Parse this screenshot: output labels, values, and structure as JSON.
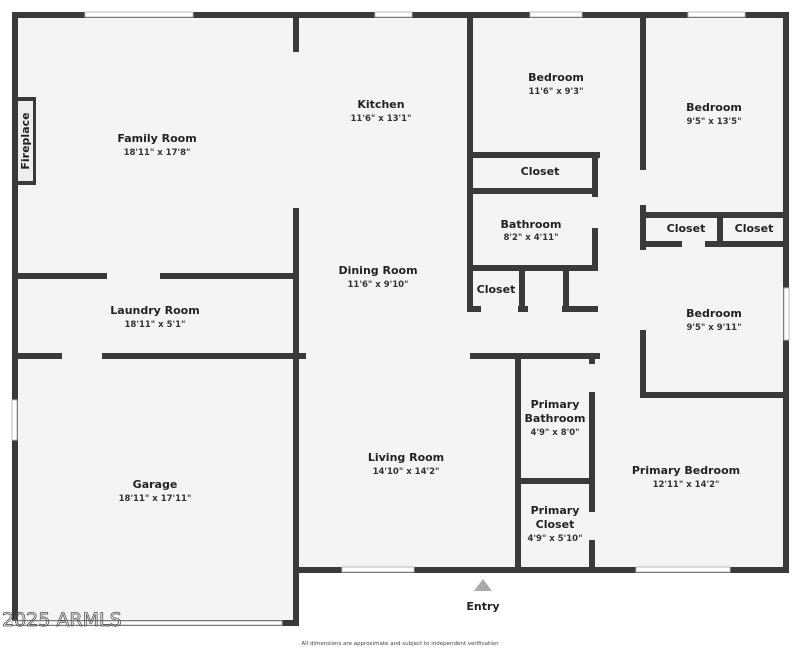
{
  "rooms": {
    "family_room": {
      "name": "Family Room",
      "dim": "18'11\" x 17'8\""
    },
    "fireplace": {
      "name": "Fireplace"
    },
    "kitchen": {
      "name": "Kitchen",
      "dim": "11'6\" x 13'1\""
    },
    "dining_room": {
      "name": "Dining Room",
      "dim": "11'6\" x 9'10\""
    },
    "laundry_room": {
      "name": "Laundry Room",
      "dim": "18'11\" x 5'1\""
    },
    "garage": {
      "name": "Garage",
      "dim": "18'11\" x 17'11\""
    },
    "living_room": {
      "name": "Living Room",
      "dim": "14'10\" x 14'2\""
    },
    "bedroom_1": {
      "name": "Bedroom",
      "dim": "11'6\" x 9'3\""
    },
    "bedroom_2": {
      "name": "Bedroom",
      "dim": "9'5\" x 13'5\""
    },
    "bedroom_3": {
      "name": "Bedroom",
      "dim": "9'5\" x 9'11\""
    },
    "closet_1": {
      "name": "Closet"
    },
    "closet_2": {
      "name": "Closet"
    },
    "closet_3": {
      "name": "Closet"
    },
    "closet_4": {
      "name": "Closet"
    },
    "bathroom": {
      "name": "Bathroom",
      "dim": "8'2\" x 4'11\""
    },
    "primary_bathroom": {
      "name1": "Primary",
      "name2": "Bathroom",
      "dim": "4'9\" x 8'0\""
    },
    "primary_closet": {
      "name1": "Primary",
      "name2": "Closet",
      "dim": "4'9\" x 5'10\""
    },
    "primary_bedroom": {
      "name": "Primary Bedroom",
      "dim": "12'11\" x 14'2\""
    }
  },
  "entry_label": "Entry",
  "watermark": "2025 ARMLS",
  "footer_note": "All dimensions are approximate and subject to independent verification",
  "colors": {
    "wall": "#3a3a3a",
    "floor": "#f4f4f4"
  }
}
